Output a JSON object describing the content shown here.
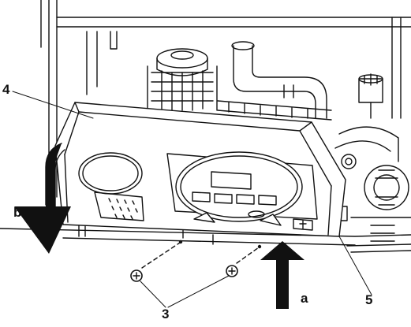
{
  "callouts": {
    "front_panel": "4",
    "tilt_arrow": "b",
    "lift_arrow": "a",
    "screws": "3",
    "hinge": "5"
  },
  "colors": {
    "line": "#111111",
    "arrow": "#111111",
    "background": "#ffffff",
    "shade": "#d9d9d9"
  }
}
